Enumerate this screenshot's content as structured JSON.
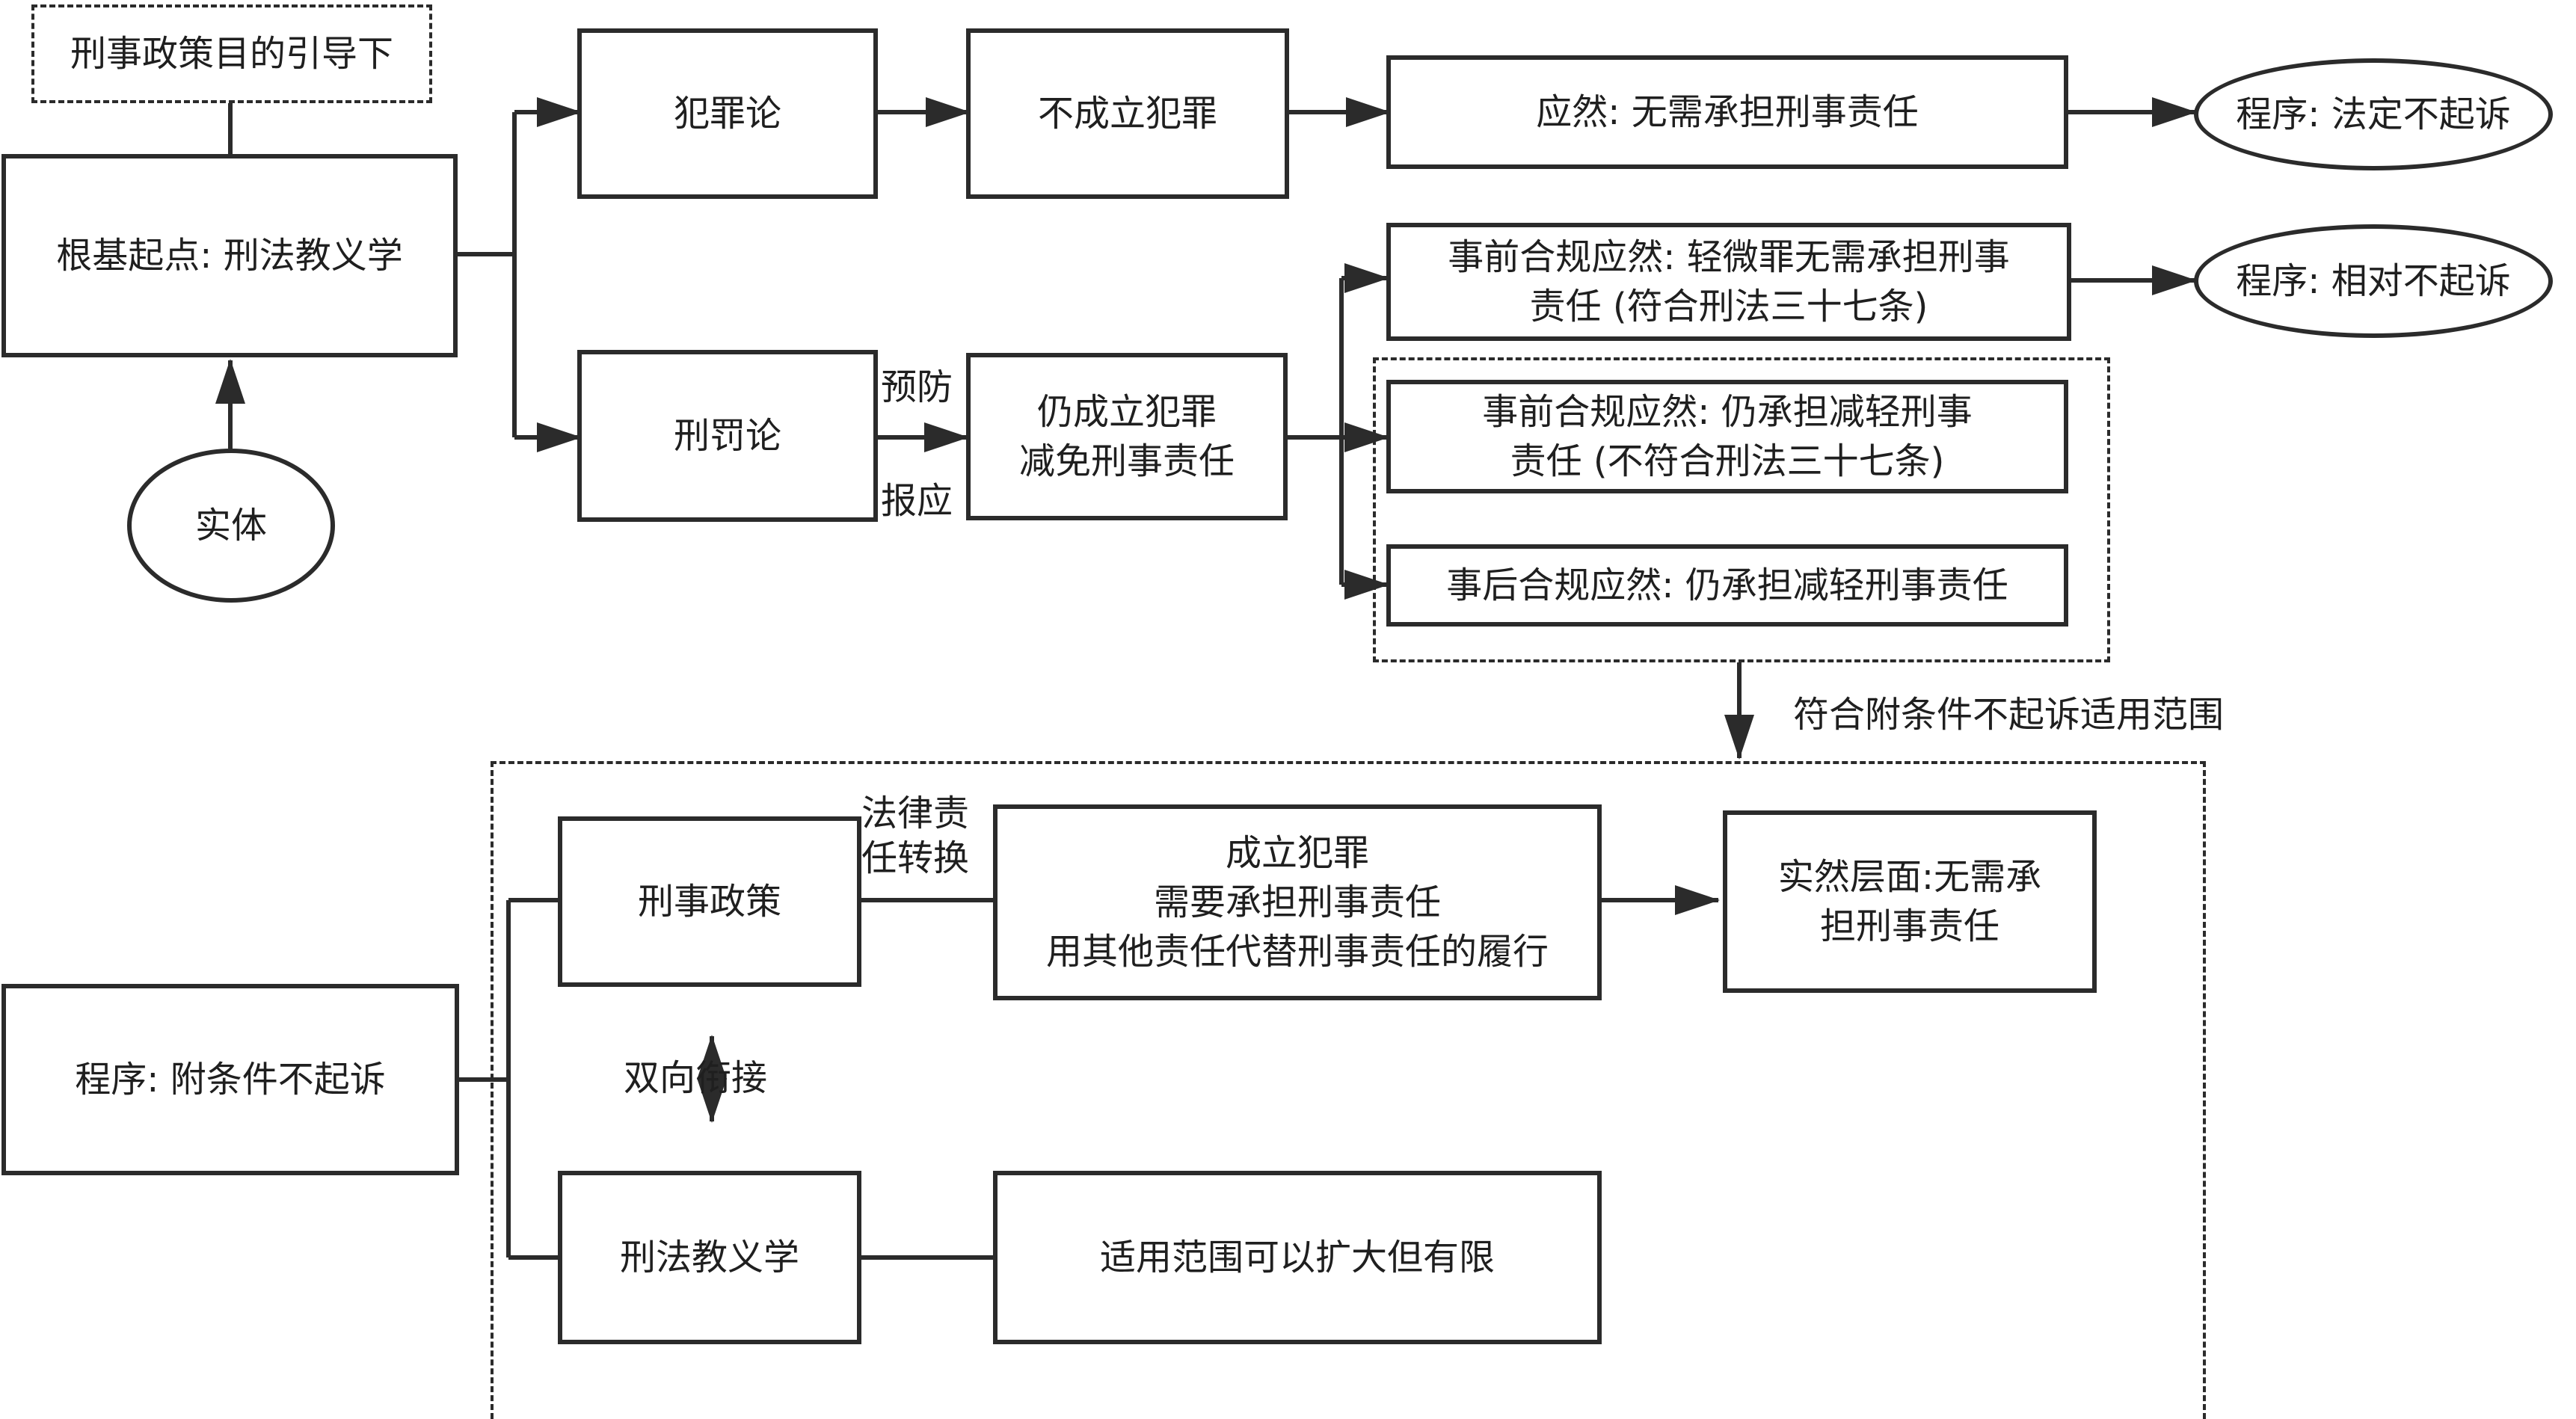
{
  "nodes": {
    "policy_guidance": "刑事政策目的引导下",
    "root": "根基起点: 刑法教义学",
    "substance": "实体",
    "crime_theory": "犯罪论",
    "no_crime": "不成立犯罪",
    "ought_no_liability": "应然: 无需承担刑事责任",
    "statutory_non_prosecution": "程序: 法定不起诉",
    "punishment_theory": "刑罚论",
    "crime_reduced": "仍成立犯罪\n减免刑事责任",
    "pre_compliance_minor": "事前合规应然: 轻微罪无需承担刑事\n责任 (符合刑法三十七条)",
    "relative_non_prosecution": "程序: 相对不起诉",
    "pre_compliance_reduced": "事前合规应然: 仍承担减轻刑事\n责任 (不符合刑法三十七条)",
    "post_compliance_reduced": "事后合规应然: 仍承担减轻刑事责任",
    "conditional_non_prosecution": "程序: 附条件不起诉",
    "criminal_policy": "刑事政策",
    "crime_established": "成立犯罪\n需要承担刑事责任\n用其他责任代替刑事责任的履行",
    "actual_no_liability": "实然层面:无需承\n担刑事责任",
    "criminal_dogmatics": "刑法教义学",
    "scope_expandable": "适用范围可以扩大但有限"
  },
  "labels": {
    "prevention": "预防",
    "retribution": "报应",
    "scope_condition": "符合附条件不起诉适用范围",
    "liability_transfer": "法律责\n任转换",
    "two_way_link": "双向衔接"
  },
  "colors": {
    "stroke": "#2b2b2b",
    "text": "#1f1f1f",
    "background": "#ffffff"
  }
}
